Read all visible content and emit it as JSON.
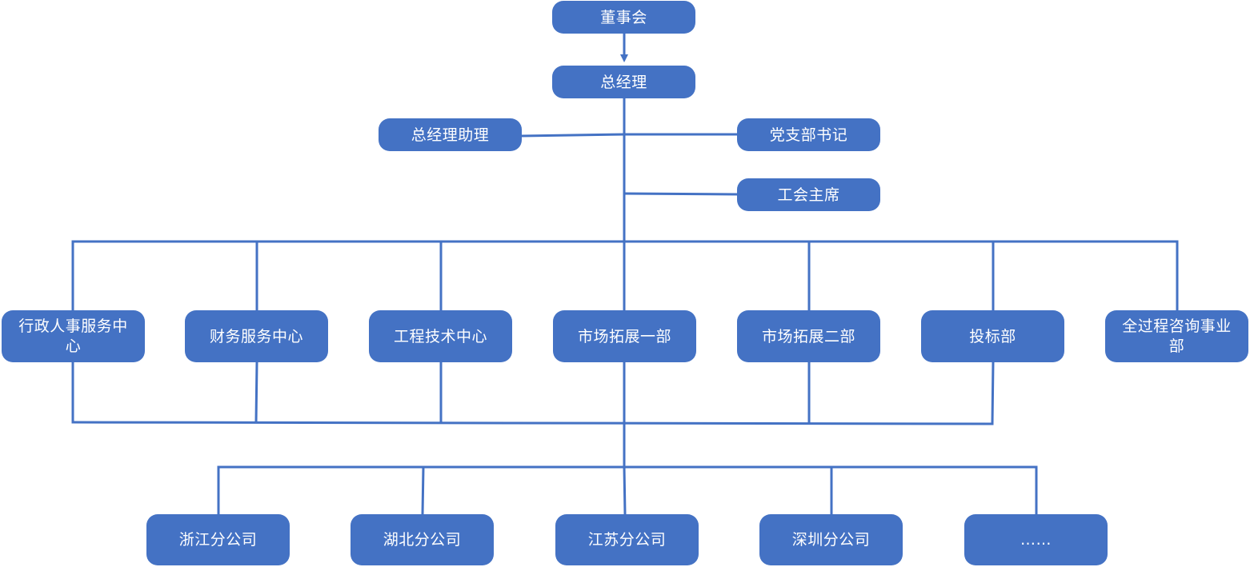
{
  "org_chart": {
    "board": "董事会",
    "general_manager": "总经理",
    "gm_assistant": "总经理助理",
    "party_secretary": "党支部书记",
    "union_chairman": "工会主席",
    "departments": [
      "行政人事服务中心",
      "财务服务中心",
      "工程技术中心",
      "市场拓展一部",
      "市场拓展二部",
      "投标部",
      "全过程咨询事业部"
    ],
    "branches": [
      "浙江分公司",
      "湖北分公司",
      "江苏分公司",
      "深圳分公司",
      "……"
    ]
  },
  "colors": {
    "node_fill": "#4472C4",
    "node_text": "#FFFFFF",
    "connector": "#4472C4"
  }
}
